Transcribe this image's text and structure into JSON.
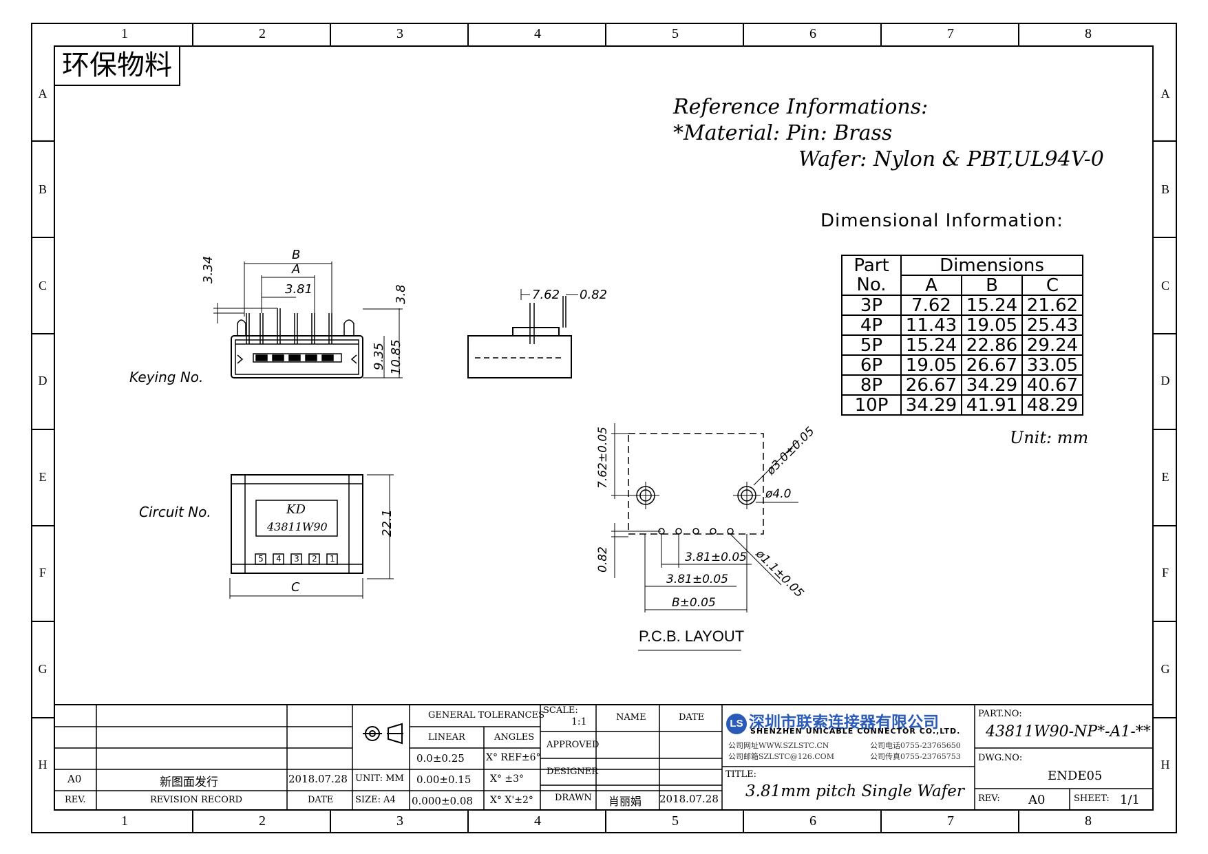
{
  "sheet": {
    "zone_numbers": [
      "1",
      "2",
      "3",
      "4",
      "5",
      "6",
      "7",
      "8"
    ],
    "zone_letters": [
      "A",
      "B",
      "C",
      "D",
      "E",
      "F",
      "G",
      "H"
    ]
  },
  "env_badge": "环保物料",
  "reference": {
    "heading": "Reference Informations:",
    "material_line": "*Material: Pin: Brass",
    "wafer_line": "Wafer: Nylon & PBT,UL94V-0"
  },
  "dimensional": {
    "heading": "Dimensional Information:",
    "header_part_1": "Part",
    "header_part_2": "No.",
    "header_dims": "Dimensions",
    "col_a": "A",
    "col_b": "B",
    "col_c": "C",
    "rows": [
      {
        "part": "3P",
        "a": "7.62",
        "b": "15.24",
        "c": "21.62"
      },
      {
        "part": "4P",
        "a": "11.43",
        "b": "19.05",
        "c": "25.43"
      },
      {
        "part": "5P",
        "a": "15.24",
        "b": "22.86",
        "c": "29.24"
      },
      {
        "part": "6P",
        "a": "19.05",
        "b": "26.67",
        "c": "33.05"
      },
      {
        "part": "8P",
        "a": "26.67",
        "b": "34.29",
        "c": "40.67"
      },
      {
        "part": "10P",
        "a": "34.29",
        "b": "41.91",
        "c": "48.29"
      }
    ],
    "unit": "Unit: mm"
  },
  "front_view": {
    "label_b": "B",
    "label_a": "A",
    "pitch": "3.81",
    "dim_334": "3.34",
    "dim_38": "3.8",
    "dim_935": "9.35",
    "dim_1085": "10.85",
    "keying": "Keying No."
  },
  "side_view": {
    "dim_762": "7.62",
    "dim_082": "0.82"
  },
  "bottom_view": {
    "circuit": "Circuit No.",
    "brand": "KD",
    "part": "43811W90",
    "pins": [
      "5",
      "4",
      "3",
      "2",
      "1"
    ],
    "dim_221": "22.1",
    "label_c": "C"
  },
  "pcb": {
    "dim_762": "7.62±0.05",
    "dim_30": "ø3.0±0.05",
    "dim_40": "ø4.0",
    "dim_11": "ø1.1±0.05",
    "dim_082": "0.82",
    "pitch1": "3.81±0.05",
    "pitch2": "3.81±0.05",
    "b": "B±0.05",
    "title": "P.C.B. LAYOUT"
  },
  "titleblock": {
    "rev_a0": "A0",
    "rev_record_first": "新图面发行",
    "rev_date_first": "2018.07.28",
    "rev_label": "REV.",
    "revision_record": "REVISION RECORD",
    "date_label": "DATE",
    "general_tolerances": "GENERAL TOLERANCES",
    "linear": "LINEAR",
    "angles": "ANGLES",
    "tol1": "0.0±0.25",
    "tol2": "0.00±0.15",
    "tol3": "0.000±0.08",
    "ang1": "X° REF±6°",
    "ang2": "X° ±3°",
    "ang3": "X° X'±2°",
    "unit": "UNIT: MM",
    "size": "SIZE: A4",
    "scale_label": "SCALE:",
    "scale_value": "1:1",
    "name": "NAME",
    "date": "DATE",
    "approved": "APPROVED",
    "designer": "DESIGNER",
    "drawn": "DRAWN",
    "drawn_name": "肖丽娟",
    "drawn_date": "2018.07.28",
    "company_cn": "深圳市联索连接器有限公司",
    "company_en": "SHENZHEN UNICABLE CONNECTOR CO.,LTD.",
    "web": "公司网址WWW.SZLSTC.CN",
    "email": "公司邮箱SZLSTC@126.COM",
    "phone": "公司电话0755-23765650",
    "fax": "公司传真0755-23765753",
    "logo": "LS",
    "title_label": "TITLE:",
    "title_value": "3.81mm pitch Single Wafer",
    "part_no_label": "PART.NO:",
    "part_no": "43811W90-NP*-A1-**",
    "dwg_no_label": "DWG.NO:",
    "dwg_no": "ENDE05",
    "rev_label2": "REV:",
    "rev_value": "A0",
    "sheet_label": "SHEET:",
    "sheet_value": "1/1"
  }
}
